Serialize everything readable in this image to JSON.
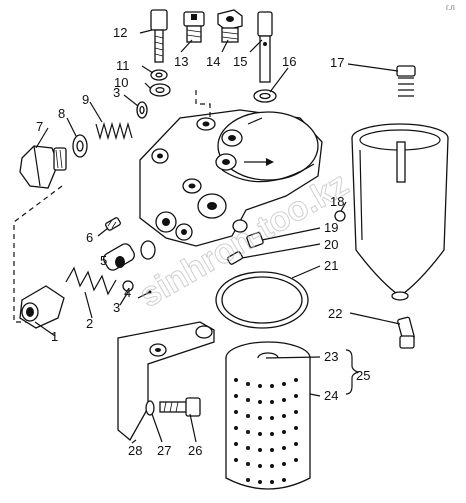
{
  "corner_mark": "г.л",
  "watermark": "sinhron-too.kz",
  "callouts": [
    "1",
    "2",
    "3",
    "3",
    "4",
    "5",
    "6",
    "7",
    "8",
    "9",
    "10",
    "11",
    "12",
    "13",
    "14",
    "15",
    "16",
    "17",
    "18",
    "19",
    "20",
    "21",
    "22",
    "23",
    "24",
    "25",
    "26",
    "27",
    "28"
  ],
  "labels": {
    "l1": "1",
    "l2": "2",
    "l3a": "3",
    "l3b": "3",
    "l4": "4",
    "l5": "5",
    "l6": "6",
    "l7": "7",
    "l8": "8",
    "l9": "9",
    "l10": "10",
    "l11": "11",
    "l12": "12",
    "l13": "13",
    "l14": "14",
    "l15": "15",
    "l16": "16",
    "l17": "17",
    "l18": "18",
    "l19": "19",
    "l20": "20",
    "l21": "21",
    "l22": "22",
    "l23": "23",
    "l24": "24",
    "l25": "25",
    "l26": "26",
    "l27": "27",
    "l28": "28"
  }
}
